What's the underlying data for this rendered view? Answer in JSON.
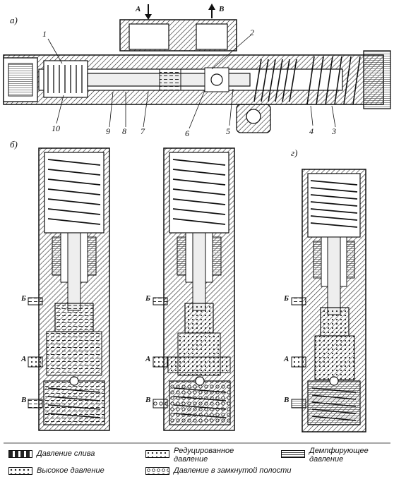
{
  "panel_labels": [
    "а)",
    "б)",
    "г)"
  ],
  "ports_top": {
    "a": "А",
    "b": "В"
  },
  "part_numbers": [
    "1",
    "2",
    "10",
    "9",
    "8",
    "7",
    "6",
    "5",
    "4",
    "3"
  ],
  "ports_side": {
    "b": "Б",
    "a": "А",
    "v": "В"
  },
  "legend": {
    "drain": "Давление слива",
    "reduced_line1": "Редуцированное",
    "reduced_line2": "давление",
    "damping_line1": "Демпфирующее",
    "damping_line2": "давление",
    "high": "Высокое давление",
    "closed": "Давление в замкнутой полости"
  }
}
